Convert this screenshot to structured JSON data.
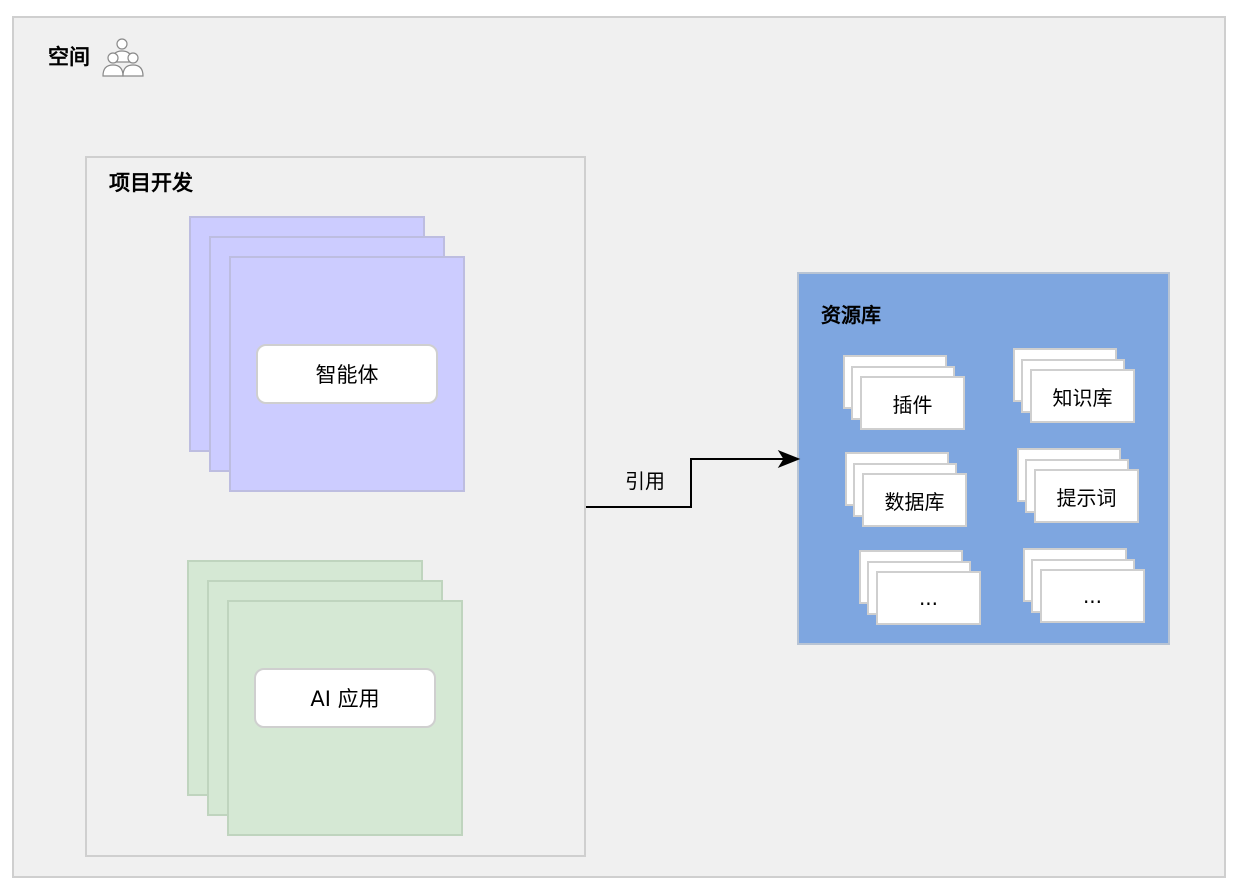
{
  "space": {
    "title": "空间",
    "icon": "people-group-icon"
  },
  "project": {
    "title": "项目开发",
    "agent_label": "智能体",
    "app_label": "AI 应用",
    "colors": {
      "agent": "#ccccff",
      "app": "#d5e8d4"
    }
  },
  "connector": {
    "label": "引用"
  },
  "library": {
    "title": "资源库",
    "color": "#7ea6e0",
    "items": [
      {
        "label": "插件"
      },
      {
        "label": "知识库"
      },
      {
        "label": "数据库"
      },
      {
        "label": "提示词"
      },
      {
        "label": "..."
      },
      {
        "label": "..."
      }
    ]
  }
}
